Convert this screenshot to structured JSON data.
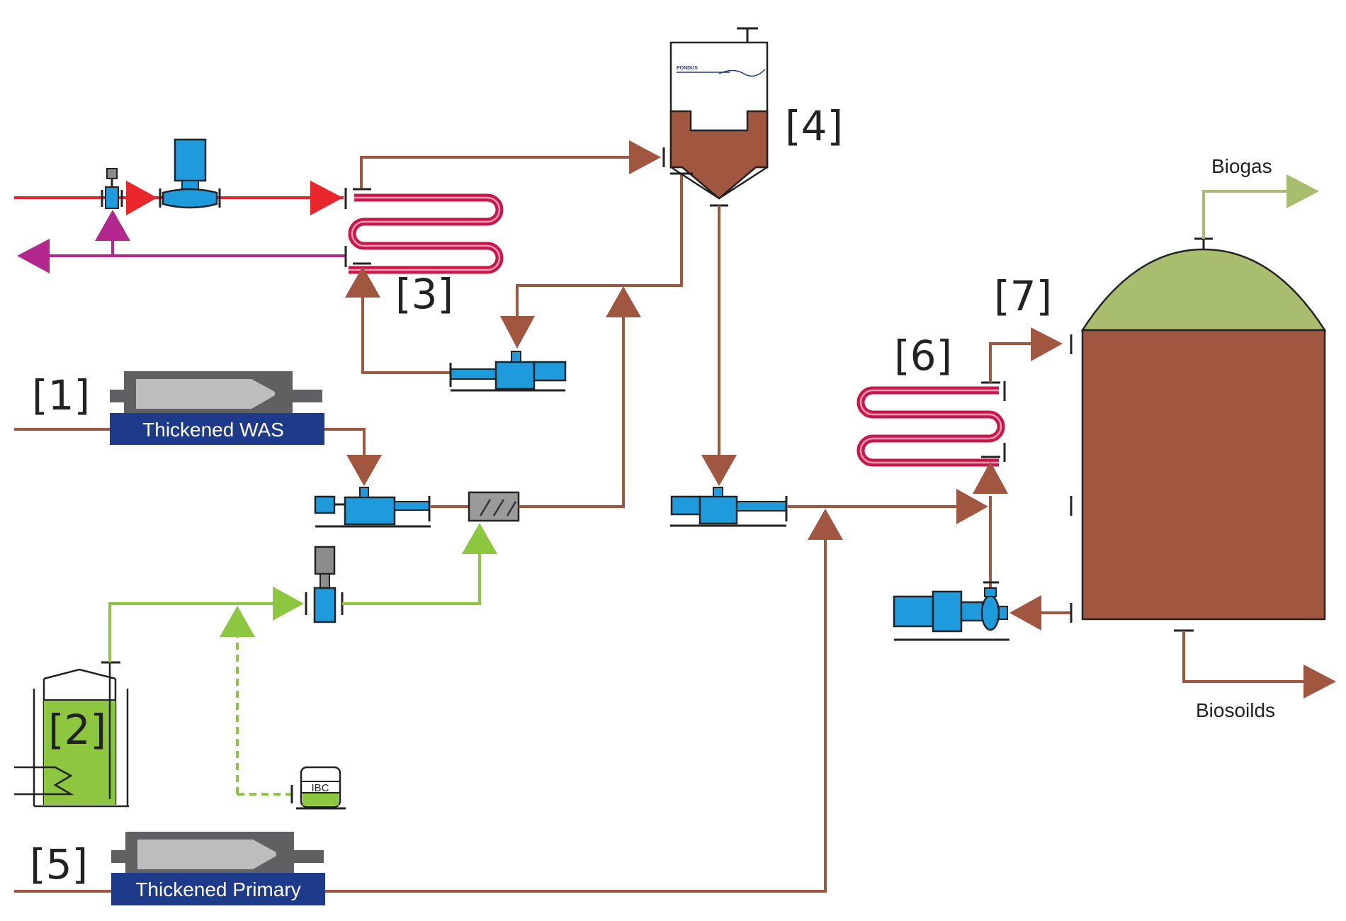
{
  "labels": {
    "unit1": "[1]",
    "unit2": "[2]",
    "unit3": "[3]",
    "unit4": "[4]",
    "unit5": "[5]",
    "unit6": "[6]",
    "unit7": "[7]"
  },
  "streams": {
    "thickened_was": "Thickened WAS",
    "thickened_primary": "Thickened Primary",
    "biogas": "Biogas",
    "biosolids": "Biosoilds"
  },
  "equipment": {
    "ibc_tag": "IBC",
    "reactor_logo": "PONDUS"
  },
  "colors": {
    "sludge": "#A0563F",
    "hot_water_supply": "#E8262B",
    "hot_water_return": "#B3288F",
    "polymer": "#8DC63F",
    "pump_blue": "#1E9BDC",
    "thickener_gray": "#5F6062",
    "label_navy": "#1E3A8A",
    "digester_gas": "#A9BD6E",
    "heat_exchanger": "#C8184A"
  },
  "icons": [
    "pump-icon",
    "valve-icon",
    "heat-exchanger-icon",
    "mixer-icon",
    "tank-icon"
  ]
}
